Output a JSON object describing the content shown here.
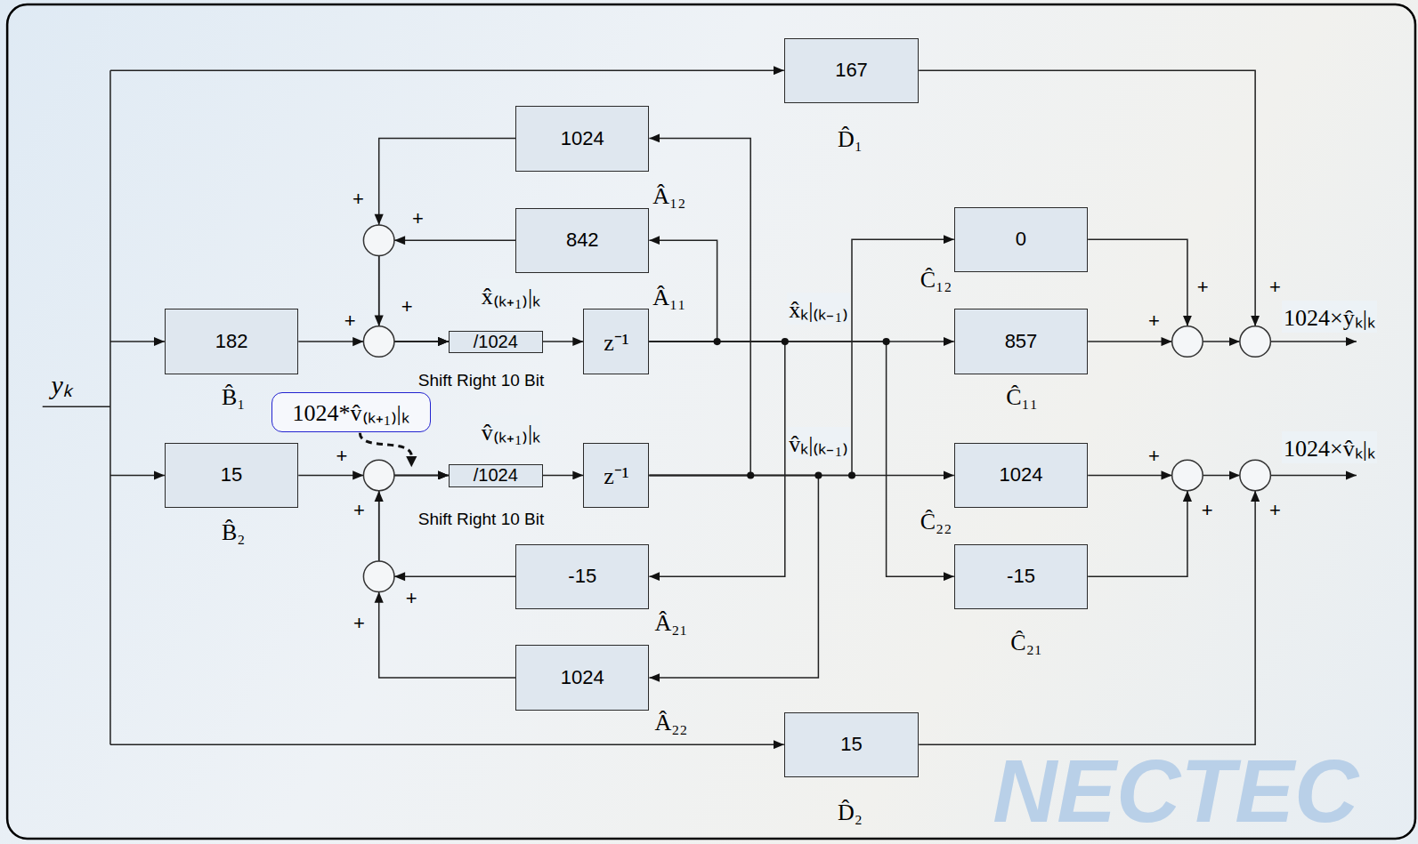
{
  "diagram": {
    "nodes": [
      {
        "text": [
          "1024",
          "Â₁₂"
        ]
      },
      {
        "text": [
          "842",
          "Â₁₁"
        ]
      },
      {
        "text": [
          "182",
          "B̂₁"
        ]
      },
      {
        "text": [
          "/1024",
          "Shift Right 10 Bit"
        ]
      },
      {
        "text": [
          "z⁻¹"
        ]
      },
      {
        "text": [
          "0",
          "Ĉ₁₂"
        ]
      },
      {
        "text": [
          "857",
          "Ĉ₁₁"
        ]
      },
      {
        "text": [
          "167",
          "D̂₁"
        ]
      },
      {
        "text": [
          "15",
          "B̂₂"
        ]
      },
      {
        "text": [
          "/1024",
          "Shift Right 10 Bit"
        ]
      },
      {
        "text": [
          "z⁻¹"
        ]
      },
      {
        "text": [
          "1024",
          "Ĉ₂₂"
        ]
      },
      {
        "text": [
          "-15",
          "Ĉ₂₁"
        ]
      },
      {
        "text": [
          "-15",
          "Â₂₁"
        ]
      },
      {
        "text": [
          "1024",
          "Â₂₂"
        ]
      },
      {
        "text": [
          "15",
          "D̂₂"
        ]
      },
      {
        "text": [
          "1024*v̂₍ₖ₊₁₎|ₖ"
        ]
      }
    ],
    "edges": [
      {
        "from": 3,
        "to": 4,
        "arrow": "to"
      },
      {
        "from": 9,
        "to": 10,
        "arrow": "to"
      },
      {
        "from": 2,
        "to": 3,
        "arrow": "to"
      },
      {
        "from": 0,
        "to": 3,
        "arrow": "to"
      },
      {
        "from": 1,
        "to": 3,
        "arrow": "to"
      },
      {
        "from": 8,
        "to": 9,
        "arrow": "to"
      },
      {
        "from": 13,
        "to": 9,
        "arrow": "to"
      },
      {
        "from": 14,
        "to": 9,
        "arrow": "to"
      },
      {
        "from": 4,
        "to": 6,
        "arrow": "to"
      },
      {
        "from": 4,
        "to": 1,
        "arrow": "to"
      },
      {
        "from": 4,
        "to": 13,
        "arrow": "to"
      },
      {
        "from": 4,
        "to": 12,
        "arrow": "to"
      },
      {
        "from": 10,
        "to": 11,
        "arrow": "to"
      },
      {
        "from": 10,
        "to": 0,
        "arrow": "to"
      },
      {
        "from": 10,
        "to": 14,
        "arrow": "to"
      },
      {
        "from": 10,
        "to": 5,
        "arrow": "to"
      }
    ],
    "labels": [
      "+",
      "+",
      "+",
      "+",
      "x̂₍ₖ₊₁₎|ₖ",
      "x̂ₖ|₍ₖ₋₁₎",
      "1024×ŷₖ|ₖ",
      "+",
      "+",
      "+",
      "yₖ",
      "v̂₍ₖ₊₁₎|ₖ",
      "v̂ₖ|₍ₖ₋₁₎",
      "1024×v̂ₖ|ₖ",
      "+",
      "+",
      "+",
      "+",
      "+",
      "+",
      "+",
      "NECTEC"
    ]
  }
}
